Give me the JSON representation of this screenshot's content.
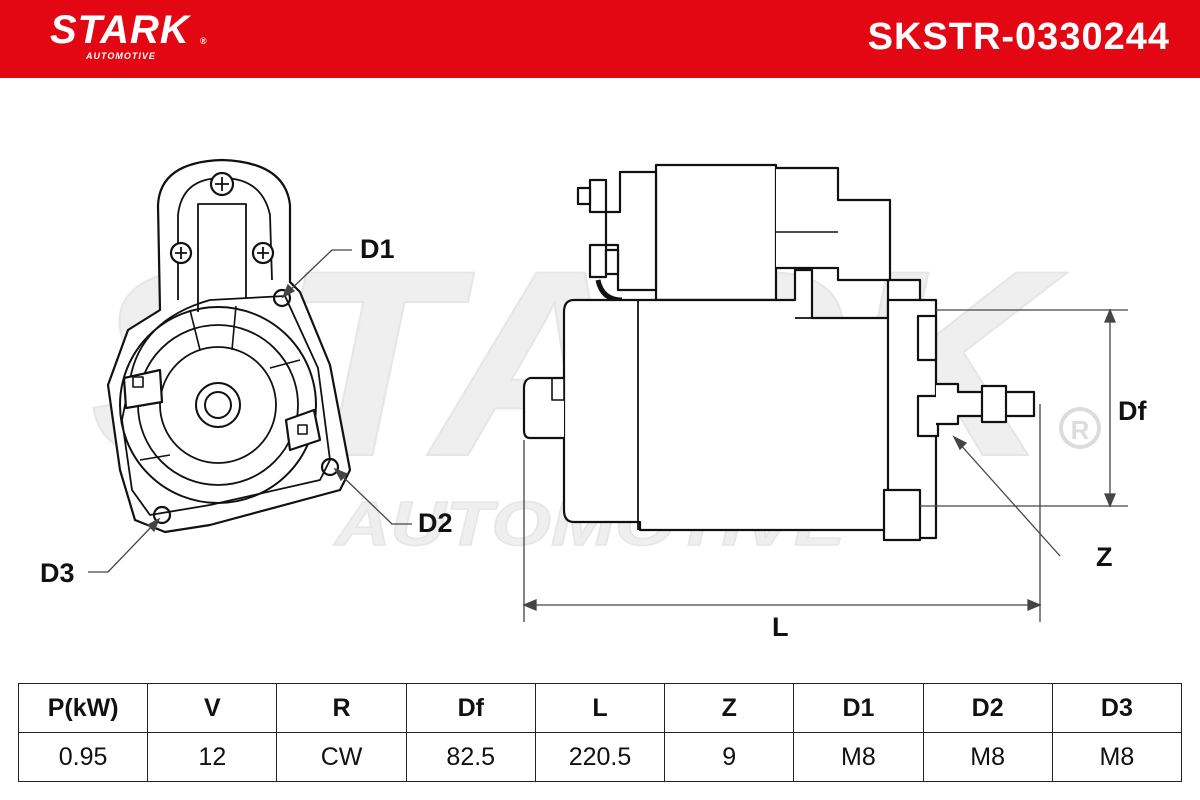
{
  "header": {
    "brand_name": "STARK",
    "brand_sub": "AUTOMOTIVE",
    "brand_reg": "®",
    "part_number": "SKSTR-0330244",
    "color": "#e30613"
  },
  "watermark": {
    "main": "STARK",
    "sub": "AUTOMOTIVE",
    "reg": "®"
  },
  "callouts": {
    "d1": "D1",
    "d2": "D2",
    "d3": "D3",
    "df": "Df",
    "z": "Z",
    "l": "L"
  },
  "specs": {
    "headers": [
      "P(kW)",
      "V",
      "R",
      "Df",
      "L",
      "Z",
      "D1",
      "D2",
      "D3"
    ],
    "values": [
      "0.95",
      "12",
      "CW",
      "82.5",
      "220.5",
      "9",
      "M8",
      "M8",
      "M8"
    ]
  }
}
